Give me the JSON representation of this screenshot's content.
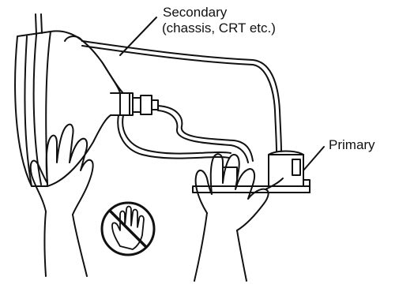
{
  "labels": {
    "secondary_line1": "Secondary",
    "secondary_line2": "(chassis, CRT etc.)",
    "primary": "Primary"
  },
  "icons": [
    "crt-tube-icon",
    "hand-icon",
    "no-touch-prohibition-icon"
  ],
  "colors": {
    "ink": "#111111",
    "background": "#ffffff"
  }
}
